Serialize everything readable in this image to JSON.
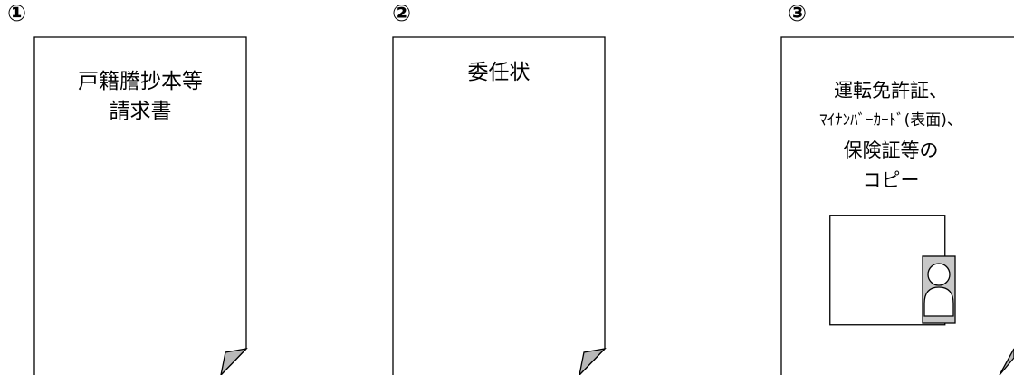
{
  "documents": [
    {
      "number": "①",
      "title_lines": [
        "戸籍謄抄本等",
        "請求書"
      ]
    },
    {
      "number": "②",
      "title_lines": [
        "委任状"
      ]
    },
    {
      "number": "③",
      "title_lines": [
        "運転免許証、",
        "ﾏｲﾅﾝﾊﾞｰｶｰﾄﾞ(表面)、",
        "保険証等の",
        "コピー"
      ]
    }
  ]
}
